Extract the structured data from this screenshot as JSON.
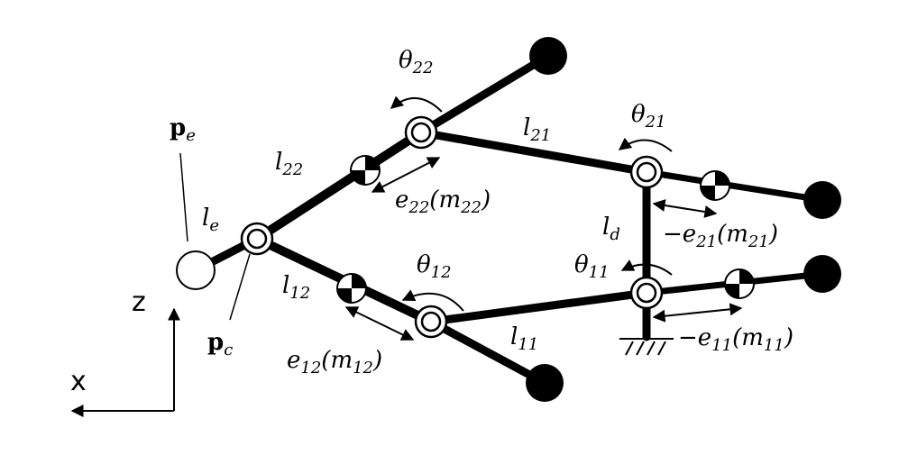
{
  "diagram": {
    "labels": {
      "pe": {
        "base": "p",
        "sub": "e"
      },
      "pc": {
        "base": "p",
        "sub": "c"
      },
      "le": {
        "base": "l",
        "sub": "e"
      },
      "l22": {
        "base": "l",
        "sub": "22"
      },
      "l21": {
        "base": "l",
        "sub": "21"
      },
      "l12": {
        "base": "l",
        "sub": "12"
      },
      "l11": {
        "base": "l",
        "sub": "11"
      },
      "ld": {
        "base": "l",
        "sub": "d"
      },
      "theta22": {
        "base": "θ",
        "sub": "22"
      },
      "theta21": {
        "base": "θ",
        "sub": "21"
      },
      "theta12": {
        "base": "θ",
        "sub": "12"
      },
      "theta11": {
        "base": "θ",
        "sub": "11"
      },
      "e22": {
        "pre": "",
        "base": "e",
        "sub": "22",
        "mid": "(",
        "mbase": "m",
        "msub": "22",
        "post": ")"
      },
      "e21": {
        "pre": "−",
        "base": "e",
        "sub": "21",
        "mid": "(",
        "mbase": "m",
        "msub": "21",
        "post": ")"
      },
      "e12": {
        "pre": "",
        "base": "e",
        "sub": "12",
        "mid": "(",
        "mbase": "m",
        "msub": "12",
        "post": ")"
      },
      "e11": {
        "pre": "−",
        "base": "e",
        "sub": "11",
        "mid": "(",
        "mbase": "m",
        "msub": "11",
        "post": ")"
      }
    },
    "axes": {
      "z": "z",
      "x": "x"
    }
  }
}
